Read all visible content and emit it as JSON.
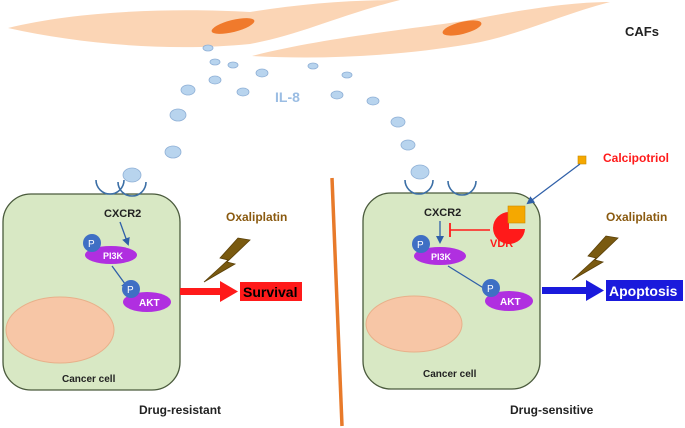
{
  "title": "CAFs",
  "il8_label": "IL-8",
  "left_panel": {
    "receptor": "CXCR2",
    "pi3k": "PI3K",
    "akt": "AKT",
    "phospho": "P",
    "cell_label": "Cancer cell",
    "drug": "Oxaliplatin",
    "outcome": "Survival",
    "caption": "Drug-resistant"
  },
  "right_panel": {
    "receptor": "CXCR2",
    "pi3k": "PI3K",
    "akt": "AKT",
    "phospho": "P",
    "vdr": "VDR",
    "cell_label": "Cancer cell",
    "drug": "Oxaliplatin",
    "calcipotriol": "Calcipotriol",
    "outcome": "Apoptosis",
    "caption": "Drug-sensitive"
  },
  "colors": {
    "caf_fill": "#fbd5b5",
    "caf_nucleus": "#f07a2c",
    "il8": "#b8d4ee",
    "cell_fill": "#d8e8c4",
    "cell_stroke": "#4a5a3c",
    "nucleus": "#f7c6a6",
    "kinase": "#b02fe0",
    "phospho": "#3f6fc4",
    "survival_arrow": "#ff1a1a",
    "apoptosis_arrow": "#1a1adc",
    "divider": "#e87a2a",
    "calcipotriol": "#f5a800",
    "vdr": "#ff1a1a",
    "lightning": "#7a5a10",
    "oxaliplatin_text": "#8a5a10"
  }
}
